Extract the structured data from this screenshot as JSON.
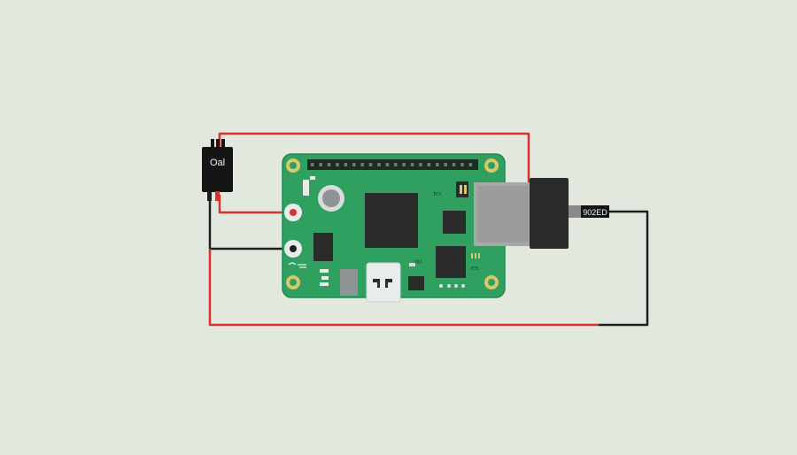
{
  "diagram": {
    "module_label": "Oal",
    "cable_label": "902ED",
    "board_silk": {
      "label_top": "ECY",
      "label_mid": "T07",
      "label_right": "VTS"
    }
  },
  "colors": {
    "background": "#e3e8df",
    "board": "#2fa05f",
    "board_edge": "#248a50",
    "chip": "#2b2b2b",
    "mount_hole": "#d9c86a",
    "wire_red": "#d8332b",
    "wire_black": "#1e1e1e",
    "motor_body": "#a8a8a8",
    "motor_cap": "#2a2a2a",
    "module_body": "#151515",
    "connector_white": "#e9ecec"
  }
}
